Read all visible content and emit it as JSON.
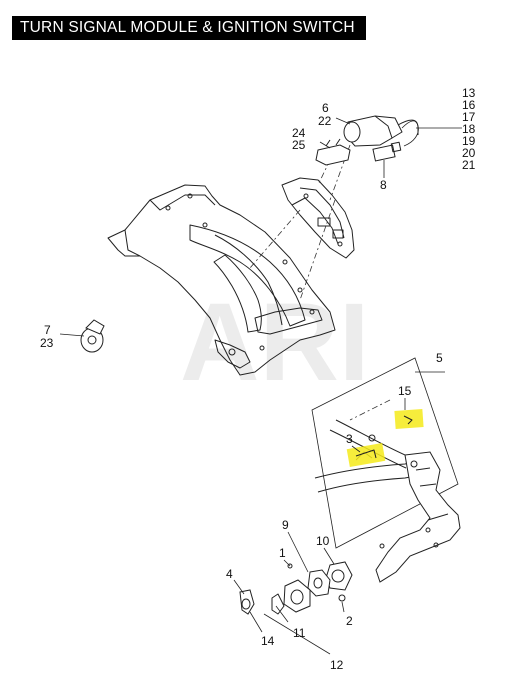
{
  "title": "TURN SIGNAL MODULE & IGNITION SWITCH",
  "watermark": "ARI",
  "colors": {
    "highlight": "#f4ea1a",
    "title_bg": "#000000",
    "title_fg": "#ffffff"
  },
  "callouts": {
    "c13": "13",
    "c16": "16",
    "c17": "17",
    "c18": "18",
    "c19": "19",
    "c20": "20",
    "c21": "21",
    "c6": "6",
    "c22": "22",
    "c24": "24",
    "c25": "25",
    "c8": "8",
    "c7": "7",
    "c23": "23",
    "c5": "5",
    "c15": "15",
    "c3": "3",
    "c9": "9",
    "c10": "10",
    "c1": "1",
    "c4": "4",
    "c2": "2",
    "c11": "11",
    "c14": "14",
    "c12": "12"
  }
}
